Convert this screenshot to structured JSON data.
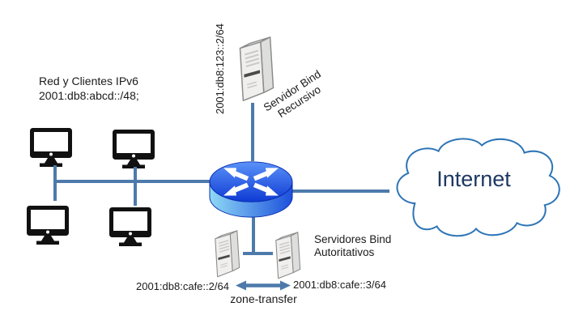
{
  "client_network": {
    "label_line1": "Red y Clientes IPv6",
    "label_line2": "2001:db8:abcd::/48;",
    "workstation_count": 4
  },
  "recursive_server": {
    "ip_label": "2001:db8:123::2/64",
    "name_line1": "Servidor Bind",
    "name_line2": "Recursivo"
  },
  "authoritative_servers": {
    "name_line1": "Servidores Bind",
    "name_line2": "Autoritativos",
    "left_ip": "2001:db8:cafe::2/64",
    "right_ip": "2001:db8:cafe::3/64",
    "transfer_label": "zone-transfer"
  },
  "internet_cloud": {
    "label": "Internet"
  },
  "icons": {
    "workstation": "monitor-icon",
    "recursive_server": "server-tower-icon",
    "authoritative_server": "server-tower-icon",
    "router": "router-icon",
    "internet": "cloud-icon",
    "zone_transfer": "double-arrow-icon"
  },
  "colors": {
    "connector": "#4d7aab",
    "cloud_outline": "#2e75b6",
    "internet_text": "#1f3864",
    "router_top": "#2b5ce6",
    "router_side": "#7fd0f2",
    "text": "#1a1a1a"
  }
}
